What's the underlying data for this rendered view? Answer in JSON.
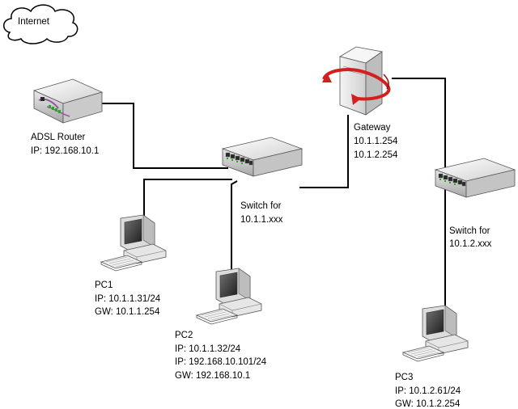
{
  "internet": {
    "label": "Internet"
  },
  "router": {
    "name": "ADSL Router",
    "ip": "IP: 192.168.10.1"
  },
  "gateway": {
    "name": "Gateway",
    "ip1": "10.1.1.254",
    "ip2": "10.1.2.254"
  },
  "switch1": {
    "line1": "Switch for",
    "line2": "10.1.1.xxx"
  },
  "switch2": {
    "line1": "Switch for",
    "line2": "10.1.2.xxx"
  },
  "pc1": {
    "name": "PC1",
    "ip": "IP: 10.1.1.31/24",
    "gw": "GW: 10.1.1.254"
  },
  "pc2": {
    "name": "PC2",
    "ip1": "IP: 10.1.1.32/24",
    "ip2": "IP: 192.168.10.101/24",
    "gw": "GW: 192.168.10.1"
  },
  "pc3": {
    "name": "PC3",
    "ip": "IP: 10.1.2.61/24",
    "gw": "GW: 10.1.2.254"
  },
  "colors": {
    "cable": "#000000",
    "device_light": "#f2f2f2",
    "device_mid": "#d2d2d2",
    "device_dark": "#9a9a9a",
    "arrow": "#e02020",
    "led": "#22aa22"
  }
}
